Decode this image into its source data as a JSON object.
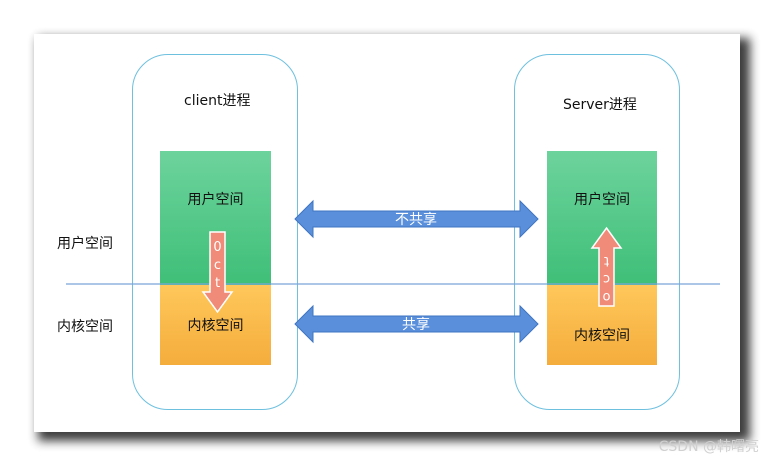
{
  "client": {
    "title": "client进程",
    "user_space": "用户空间",
    "kernel_space": "内核空间",
    "arrow_chars": [
      "0",
      "c",
      "t"
    ]
  },
  "server": {
    "title": "Server进程",
    "user_space": "用户空间",
    "kernel_space": "内核空间",
    "arrow_chars": [
      "o",
      "c",
      "t"
    ]
  },
  "side_labels": {
    "user_space": "用户空间",
    "kernel_space": "内核空间"
  },
  "links": {
    "user": "不共享",
    "kernel": "共享"
  },
  "watermark": "CSDN @韩曙亮",
  "colors": {
    "process_border": "#6ec0df",
    "user_space": "#4cc885",
    "kernel_space": "#f8b84a",
    "link_arrow": "#5a8fdb",
    "copy_arrow": "#ef8b78",
    "divider_line": "#7aa4db"
  }
}
